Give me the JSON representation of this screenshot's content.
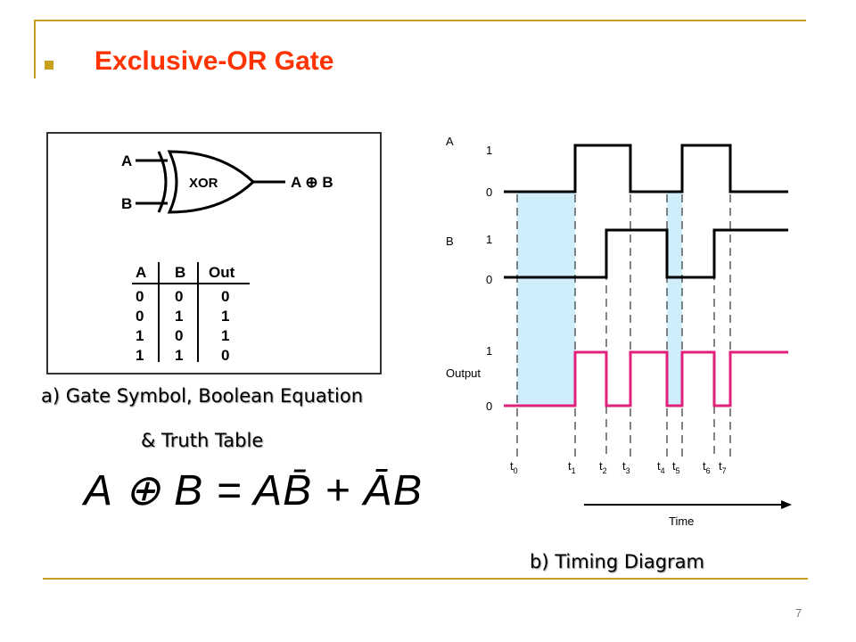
{
  "slide": {
    "title": "Exclusive-OR Gate",
    "page_number": "7",
    "accent_color": "#c8a020",
    "title_color": "#ff3300"
  },
  "gate_figure": {
    "input_a": "A",
    "input_b": "B",
    "gate_label": "XOR",
    "output_label": "A ⊕ B",
    "truth_table": {
      "headers": [
        "A",
        "B",
        "Out"
      ],
      "rows": [
        [
          "0",
          "0",
          "0"
        ],
        [
          "0",
          "1",
          "1"
        ],
        [
          "1",
          "0",
          "1"
        ],
        [
          "1",
          "1",
          "0"
        ]
      ]
    }
  },
  "caption_a_line1": "a) Gate Symbol, Boolean Equation",
  "caption_a_line2": "& Truth Table",
  "equation": "A ⊕ B = AB̄ + ĀB",
  "timing": {
    "signal_a": "A",
    "signal_b": "B",
    "signal_out": "Output",
    "level_high": "1",
    "level_low": "0",
    "time_label": "Time",
    "time_marks": [
      {
        "base": "t",
        "sub": "0"
      },
      {
        "base": "t",
        "sub": "1"
      },
      {
        "base": "t",
        "sub": "2"
      },
      {
        "base": "t",
        "sub": "3"
      },
      {
        "base": "t",
        "sub": "4"
      },
      {
        "base": "t",
        "sub": "5"
      },
      {
        "base": "t",
        "sub": "6"
      },
      {
        "base": "t",
        "sub": "7"
      }
    ],
    "output_color": "#e0207a",
    "highlight_color": "#cfeefc"
  },
  "caption_b": "b) Timing Diagram"
}
